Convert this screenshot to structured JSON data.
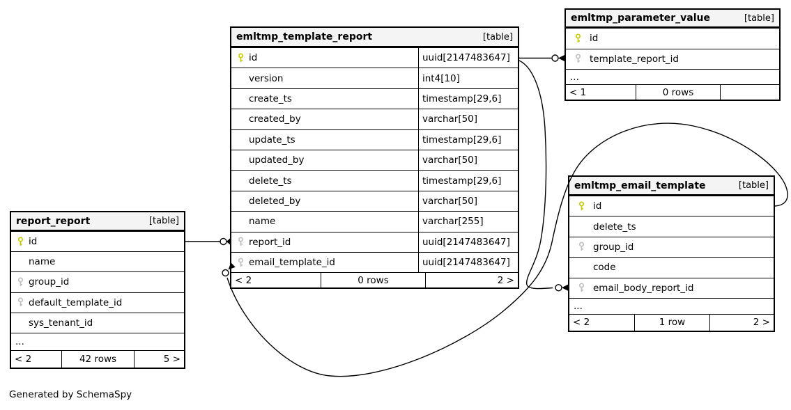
{
  "footer_note": "Generated by SchemaSpy",
  "colors": {
    "pk_key": "#c9c900",
    "fk_key": "#bfbfbf",
    "header_bg": "#f4f4f4",
    "border": "#000000"
  },
  "icons": {
    "primary_key": "yellow-key-icon",
    "foreign_key": "gray-key-icon"
  },
  "tables": {
    "report_report": {
      "title": "report_report",
      "tag": "[table]",
      "rows": [
        {
          "key": "pk",
          "name": "id"
        },
        {
          "key": null,
          "name": "name"
        },
        {
          "key": "fk",
          "name": "group_id"
        },
        {
          "key": "fk",
          "name": "default_template_id"
        },
        {
          "key": null,
          "name": "sys_tenant_id"
        }
      ],
      "ellipsis": "...",
      "footer": {
        "left": "< 2",
        "center": "42 rows",
        "right": "5 >"
      }
    },
    "template_report": {
      "title": "emltmp_template_report",
      "tag": "[table]",
      "rows": [
        {
          "key": "pk",
          "name": "id",
          "type": "uuid[2147483647]"
        },
        {
          "key": null,
          "name": "version",
          "type": "int4[10]"
        },
        {
          "key": null,
          "name": "create_ts",
          "type": "timestamp[29,6]"
        },
        {
          "key": null,
          "name": "created_by",
          "type": "varchar[50]"
        },
        {
          "key": null,
          "name": "update_ts",
          "type": "timestamp[29,6]"
        },
        {
          "key": null,
          "name": "updated_by",
          "type": "varchar[50]"
        },
        {
          "key": null,
          "name": "delete_ts",
          "type": "timestamp[29,6]"
        },
        {
          "key": null,
          "name": "deleted_by",
          "type": "varchar[50]"
        },
        {
          "key": null,
          "name": "name",
          "type": "varchar[255]"
        },
        {
          "key": "fk",
          "name": "report_id",
          "type": "uuid[2147483647]"
        },
        {
          "key": "fk",
          "name": "email_template_id",
          "type": "uuid[2147483647]"
        }
      ],
      "footer": {
        "left": "< 2",
        "center": "0 rows",
        "right": "2 >"
      }
    },
    "parameter_value": {
      "title": "emltmp_parameter_value",
      "tag": "[table]",
      "rows": [
        {
          "key": "pk",
          "name": "id"
        },
        {
          "key": "fk",
          "name": "template_report_id"
        }
      ],
      "ellipsis": "...",
      "footer": {
        "left": "< 1",
        "center": "0 rows",
        "right": ""
      }
    },
    "email_template": {
      "title": "emltmp_email_template",
      "tag": "[table]",
      "rows": [
        {
          "key": "pk",
          "name": "id"
        },
        {
          "key": null,
          "name": "delete_ts"
        },
        {
          "key": "fk",
          "name": "group_id"
        },
        {
          "key": null,
          "name": "code"
        },
        {
          "key": "fk",
          "name": "email_body_report_id"
        }
      ],
      "ellipsis": "...",
      "footer": {
        "left": "< 2",
        "center": "1 row",
        "right": "2 >"
      }
    }
  },
  "relationships": [
    {
      "from": "report_report.id",
      "to": "emltmp_template_report.report_id"
    },
    {
      "from": "emltmp_template_report.id",
      "to": "emltmp_parameter_value.template_report_id"
    },
    {
      "from": "emltmp_template_report.id",
      "to": "emltmp_email_template.email_body_report_id"
    },
    {
      "from": "emltmp_email_template.id",
      "to": "emltmp_template_report.email_template_id"
    }
  ]
}
